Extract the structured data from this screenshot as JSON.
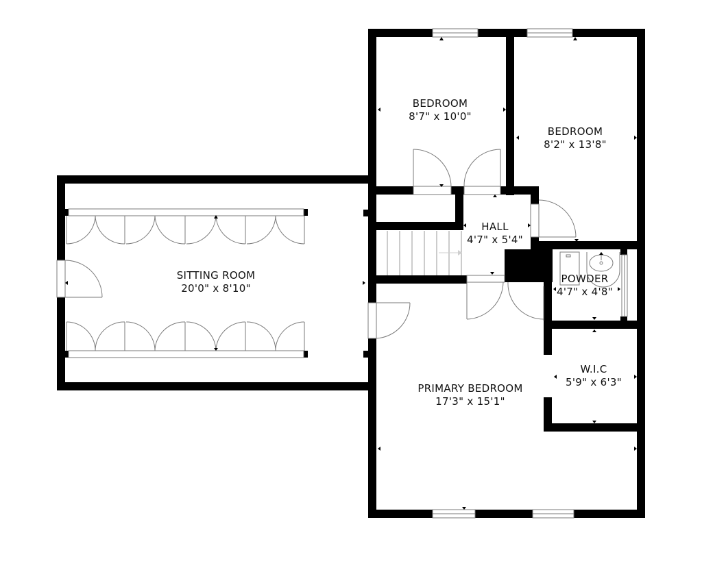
{
  "floorplan": {
    "rooms": [
      {
        "name": "BEDROOM",
        "dimensions": "8'7\" x 10'0\""
      },
      {
        "name": "BEDROOM",
        "dimensions": "8'2\" x 13'8\""
      },
      {
        "name": "HALL",
        "dimensions": "4'7\" x 5'4\""
      },
      {
        "name": "SITTING ROOM",
        "dimensions": "20'0\" x 8'10\""
      },
      {
        "name": "POWDER",
        "dimensions": "4'7\" x 4'8\""
      },
      {
        "name": "W.I.C",
        "dimensions": "5'9\" x 6'3\""
      },
      {
        "name": "PRIMARY BEDROOM",
        "dimensions": "17'3\" x 15'1\""
      }
    ],
    "colors": {
      "wall": "#000000",
      "fixture_line": "#7a7a7a",
      "background": "#ffffff"
    }
  }
}
